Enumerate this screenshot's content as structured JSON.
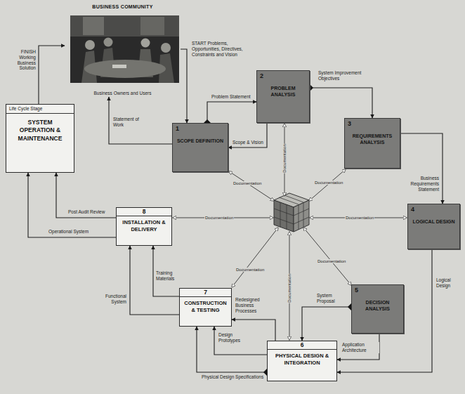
{
  "diagram": {
    "nodes": [
      {
        "text": [
          "BUSINESS COMMUNITY",
          "Business Owners and Users"
        ]
      },
      {
        "text": [
          "Life Cycle Stage",
          "SYSTEM OPERATION & MAINTENANCE"
        ]
      },
      {
        "text": [
          "1",
          "SCOPE DEFINITION"
        ]
      },
      {
        "text": [
          "2",
          "PROBLEM ANALYSIS"
        ]
      },
      {
        "text": [
          "3",
          "REQUIREMENTS ANALYSIS"
        ]
      },
      {
        "text": [
          "4",
          "LOGICAL DESIGN"
        ]
      },
      {
        "text": [
          "5",
          "DECISION ANALYSIS"
        ]
      },
      {
        "text": [
          "6",
          "PHYSICAL DESIGN & INTEGRATION"
        ]
      },
      {
        "text": [
          "7",
          "CONSTRUCTION & TESTING"
        ]
      },
      {
        "text": [
          "8",
          "INSTALLATION & DELIVERY"
        ]
      }
    ],
    "edges": [
      {
        "from": 0,
        "to": 2,
        "label": "START Problems, Opportunities, Directives, Constraints and Vision",
        "arrow": "to"
      },
      {
        "from": 2,
        "to": 0,
        "label": "Statement of Work",
        "arrow": "to"
      },
      {
        "from": 1,
        "to": 0,
        "label": "FINISH Working Business Solution",
        "arrow": "to"
      },
      {
        "from": 2,
        "to": 3,
        "label": "Problem Statement",
        "arrow": "to"
      },
      {
        "from": 3,
        "to": 2,
        "label": "Scope & Vision",
        "arrow": "to"
      },
      {
        "from": 3,
        "to": 4,
        "label": "System Improvement Objectives",
        "arrow": "to"
      },
      {
        "from": 4,
        "to": 5,
        "label": "Business Requirements Statement",
        "arrow": "to"
      },
      {
        "from": 5,
        "to": 7,
        "label": "Logical Design",
        "arrow": "to"
      },
      {
        "from": 6,
        "to": 7,
        "label": "System Proposal",
        "arrow": "to"
      },
      {
        "from": 6,
        "to": 7,
        "label": "Application Architecture",
        "arrow": "to"
      },
      {
        "from": 7,
        "to": 8,
        "label": "Redesigned Business Processes",
        "arrow": "to"
      },
      {
        "from": 7,
        "to": 8,
        "label": "Design Prototypes",
        "arrow": "to"
      },
      {
        "from": 7,
        "to": 8,
        "label": "Physical Design Specifications",
        "arrow": "to"
      },
      {
        "from": 8,
        "to": 9,
        "label": "Functional System",
        "arrow": "to"
      },
      {
        "from": 8,
        "to": 9,
        "label": "Training Materials",
        "arrow": "to"
      },
      {
        "from": 9,
        "to": 1,
        "label": "Operational System",
        "arrow": "to"
      },
      {
        "from": 9,
        "to": 1,
        "label": "Post Audit Review",
        "arrow": "to"
      }
    ],
    "labels": [
      "Documentation",
      "Documentation",
      "Documentation",
      "Documentation",
      "Documentation",
      "Documentation",
      "Documentation",
      "Documentation"
    ]
  }
}
